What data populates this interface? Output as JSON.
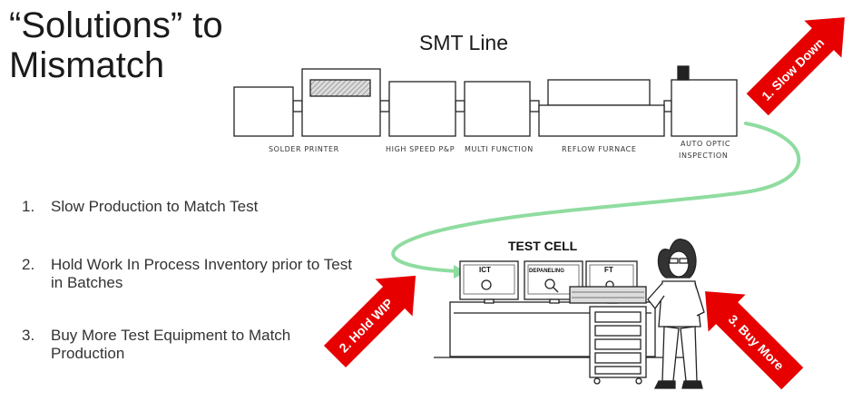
{
  "title": "“Solutions” to Mismatch",
  "title_line1": "“Solutions” to",
  "title_line2": "Mismatch",
  "smt": {
    "title": "SMT Line",
    "machines": [
      "SOLDER PRINTER",
      "HIGH SPEED P&P",
      "MULTI FUNCTION",
      "REFLOW FURNACE",
      "AUTO OPTIC",
      "INSPECTION"
    ]
  },
  "list": [
    {
      "num": "1.",
      "text": "Slow Production to Match Test"
    },
    {
      "num": "2.",
      "text": "Hold Work In Process Inventory prior to Test in Batches"
    },
    {
      "num": "3.",
      "text": "Buy More Test Equipment to Match Production"
    }
  ],
  "test_cell": {
    "title": "TEST CELL",
    "screens": [
      "ICT",
      "DEPANELING",
      "FT"
    ]
  },
  "arrows": [
    "1. Slow Down",
    "2. Hold WIP",
    "3. Buy More"
  ],
  "colors": {
    "arrow": "#e60000",
    "flow": "#8fdca0",
    "line": "#222222"
  }
}
